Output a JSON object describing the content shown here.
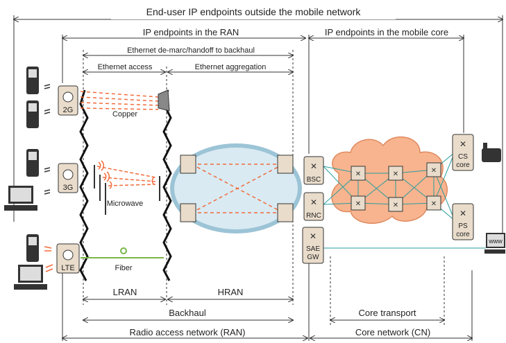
{
  "labels": {
    "end_user": "End-user IP endpoints outside the mobile network",
    "ip_ran": "IP endpoints in the RAN",
    "ip_core": "IP endpoints in the mobile core",
    "ethernet_demarc": "Ethernet de-marc/handoff to backhaul",
    "ethernet_access": "Ethernet access",
    "ethernet_aggregation": "Ethernet aggregation",
    "copper": "Copper",
    "microwave": "Microwave",
    "fiber": "Fiber",
    "lran": "LRAN",
    "hran": "HRAN",
    "backhaul": "Backhaul",
    "ran": "Radio access network (RAN)",
    "core_transport": "Core transport",
    "core_network": "Core network (CN)"
  },
  "base_stations": [
    "2G",
    "3G",
    "LTE"
  ],
  "core_nodes": {
    "bsc": "BSC",
    "rnc": "RNC",
    "sae_gw_line1": "SAE",
    "sae_gw_line2": "GW",
    "cs_core_line1": "CS",
    "cs_core_line2": "core",
    "ps_core_line1": "PS",
    "ps_core_line2": "core",
    "www": "www"
  },
  "colors": {
    "node_fill": "#e9dccb",
    "node_stroke": "#333333",
    "cloud_fill": "#f7b48f",
    "ring_fill": "#d9eaf2",
    "accent_orange": "#f26b3a",
    "fiber_green": "#7ab648",
    "link_teal": "#2a9d9d"
  },
  "icons": [
    "phone-icon",
    "laptop-icon",
    "radio-tower-icon",
    "copper-antenna-icon",
    "router-icon",
    "switch-icon",
    "telephone-icon",
    "server-icon"
  ]
}
